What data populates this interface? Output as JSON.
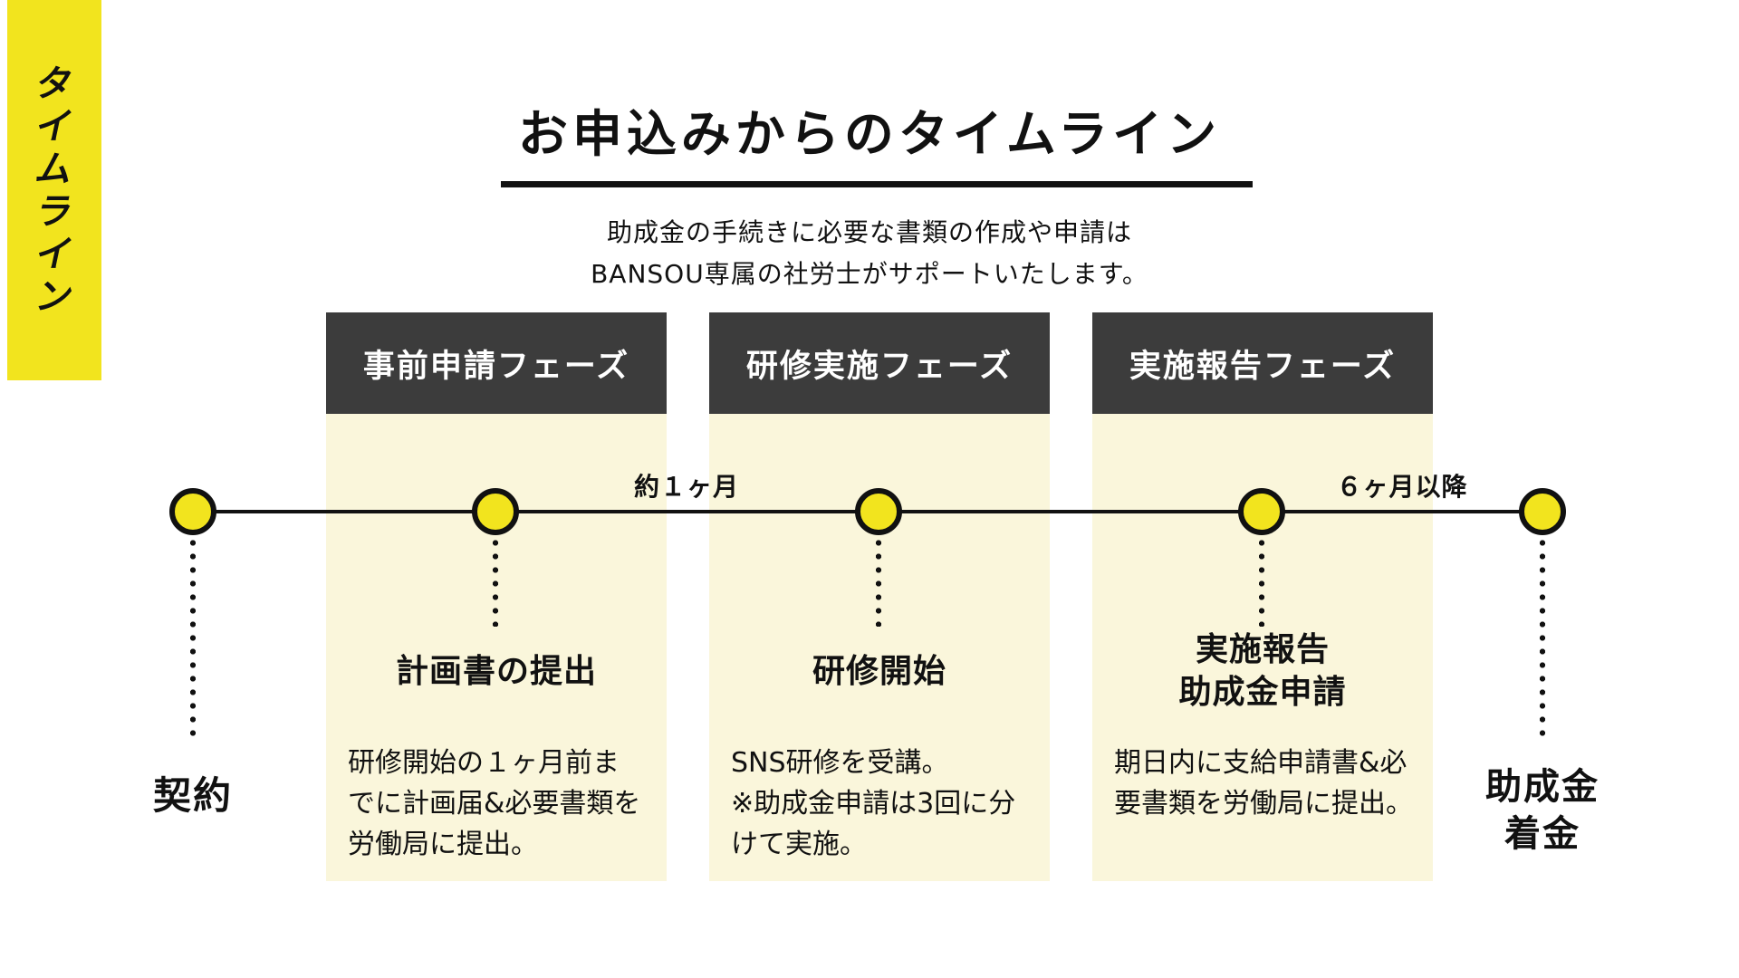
{
  "colors": {
    "accent_yellow": "#F2E41E",
    "panel_cream": "#FAF6DB",
    "phase_header_dark": "#3C3C3C",
    "text_black": "#111111",
    "background_white": "#FFFFFF"
  },
  "side_banner": {
    "label": "タイムライン"
  },
  "header": {
    "title": "お申込みからのタイムライン",
    "subtitle_lines": [
      "助成金の手続きに必要な書類の作成や申請は",
      "BANSOU専属の社労士がサポートいたします。"
    ]
  },
  "timeline": {
    "interval_labels": [
      "約１ヶ月",
      "６ヶ月以降"
    ],
    "start_milestone": {
      "label": "契約"
    },
    "end_milestone": {
      "label_lines": [
        "助成金",
        "着金"
      ]
    }
  },
  "phases": [
    {
      "header": "事前申請フェーズ",
      "title_lines": [
        "計画書の提出"
      ],
      "body_lines": [
        "研修開始の１ヶ月前ま",
        "でに計画届&必要書類を",
        "労働局に提出。"
      ]
    },
    {
      "header": "研修実施フェーズ",
      "title_lines": [
        "研修開始"
      ],
      "body_lines": [
        "SNS研修を受講。",
        "※助成金申請は3回に分",
        "けて実施。"
      ]
    },
    {
      "header": "実施報告フェーズ",
      "title_lines": [
        "実施報告",
        "助成金申請"
      ],
      "body_lines": [
        "期日内に支給申請書&必",
        "要書類を労働局に提出。"
      ]
    }
  ]
}
